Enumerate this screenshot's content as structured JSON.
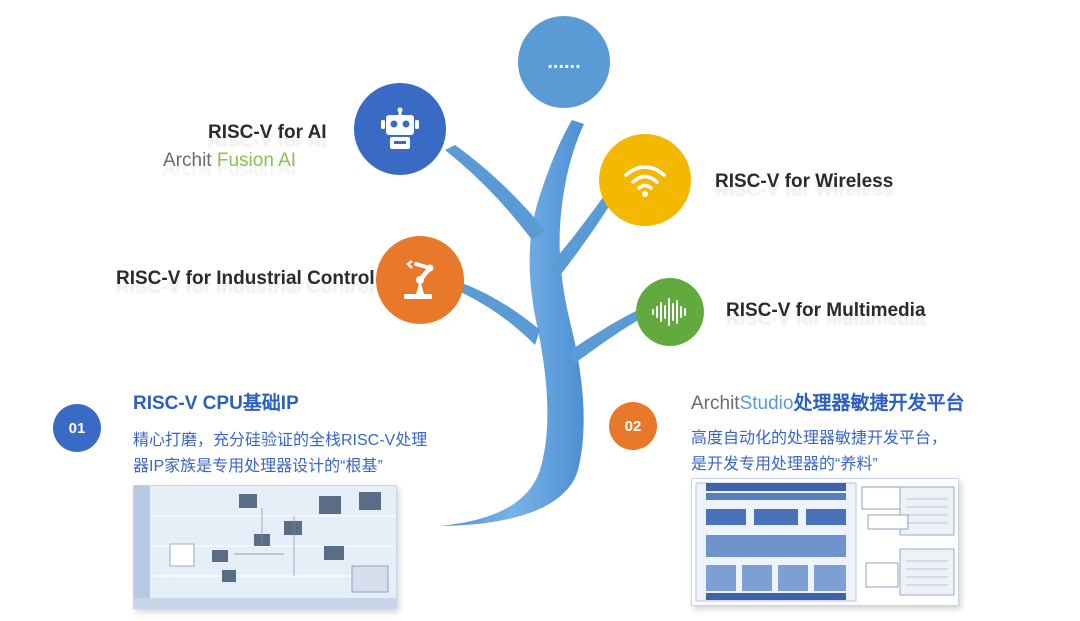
{
  "top_node": {
    "text": "......",
    "color": "#5b9bd5"
  },
  "nodes": {
    "ai": {
      "label": "RISC-V for AI",
      "icon": "robot-icon",
      "color": "#3a6bc4"
    },
    "ai_sub": {
      "archit": "Archit",
      "fusion": "Fusion AI"
    },
    "wireless": {
      "label": "RISC-V for Wireless",
      "icon": "wifi-icon",
      "color": "#f5b800"
    },
    "industrial": {
      "label": "RISC-V for Industrial Control",
      "icon": "robot-arm-icon",
      "color": "#e8782a"
    },
    "multimedia": {
      "label": "RISC-V for Multimedia",
      "icon": "soundwave-icon",
      "color": "#62a93e"
    }
  },
  "section1": {
    "number": "01",
    "title": "RISC-V CPU基础IP",
    "desc_line1": "精心打磨，充分硅验证的全栈RISC-V处理",
    "desc_line2": "器IP家族是专用处理器设计的“根基”"
  },
  "section2": {
    "number": "02",
    "title_prefix": "Archit",
    "title_studio": "Studio",
    "title_suffix": "处理器敏捷开发平台",
    "desc_line1": "高度自动化的处理器敏捷开发平台，",
    "desc_line2": "是开发专用处理器的“养料”"
  },
  "colors": {
    "badge1": "#3a6bc4",
    "badge2": "#e8782a",
    "tree": "#5b9bd5",
    "title_blue": "#2e5fbf"
  }
}
